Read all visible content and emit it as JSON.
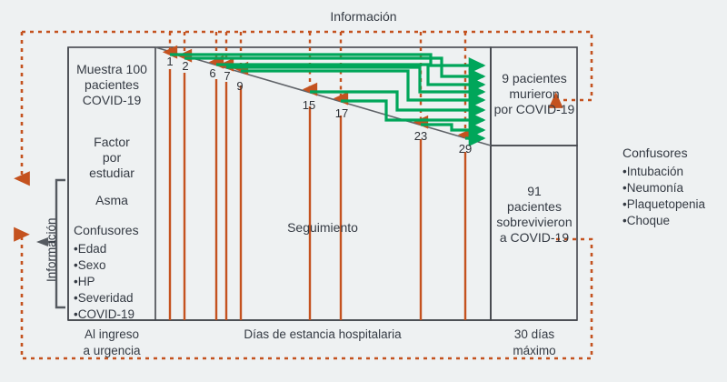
{
  "figure": {
    "title_top": "Información",
    "label_left_vertical": "Información"
  },
  "left_box": {
    "line1": "Muestra 100",
    "line2": "pacientes",
    "line3": "COVID-19",
    "factor_line1": "Factor",
    "factor_line2": "por",
    "factor_line3": "estudiar",
    "factor_value": "Asma",
    "confounders_title": "Confusores",
    "confounders": [
      "Edad",
      "Sexo",
      "HP",
      "Severidad",
      "COVID-19"
    ]
  },
  "middle": {
    "followup_label": "Seguimiento"
  },
  "right_top_box": {
    "line1": "9 pacientes",
    "line2": "murieron",
    "line3": "por COVID-19"
  },
  "right_bottom_box": {
    "line1": "91",
    "line2": "pacientes",
    "line3": "sobrevivieron",
    "line4": "a COVID-19"
  },
  "right_side": {
    "confounders_title": "Confusores",
    "confounders": [
      "Intubación",
      "Neumonía",
      "Plaquetopenia",
      "Choque"
    ]
  },
  "axis": {
    "left_line1": "Al ingreso",
    "left_line2": "a urgencia",
    "middle": "Días de estancia hospitalaria",
    "right_line1": "30 días",
    "right_line2": "máximo"
  },
  "colors": {
    "orange": "#c4521f",
    "green": "#00a65a",
    "outline": "#44474d",
    "background": "#eef1f2",
    "text": "#343a43"
  },
  "chart_data": {
    "type": "diagram",
    "event_days": [
      1,
      2,
      6,
      7,
      9,
      15,
      17,
      23,
      29
    ],
    "events_description": "Días de muerte por COVID-19 de 9 pacientes",
    "total_patients": 100,
    "deaths": 9,
    "survivors": 91,
    "max_followup_days": 30
  }
}
